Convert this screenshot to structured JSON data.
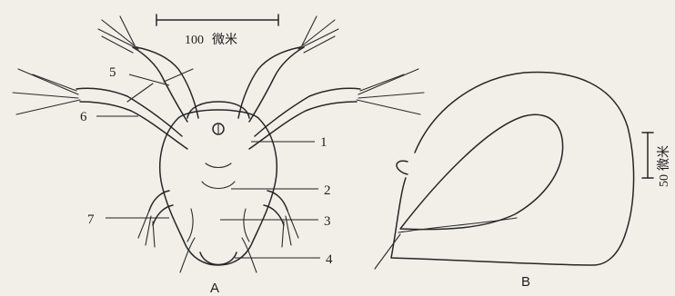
{
  "figure": {
    "panels": {
      "a": {
        "caption": "A"
      },
      "b": {
        "caption": "B"
      }
    },
    "scale_bars": {
      "a": {
        "value": "100",
        "unit": "微米"
      },
      "b": {
        "value": "50",
        "unit": "微米"
      }
    },
    "labels": [
      "1",
      "2",
      "3",
      "4",
      "5",
      "6",
      "7"
    ]
  }
}
